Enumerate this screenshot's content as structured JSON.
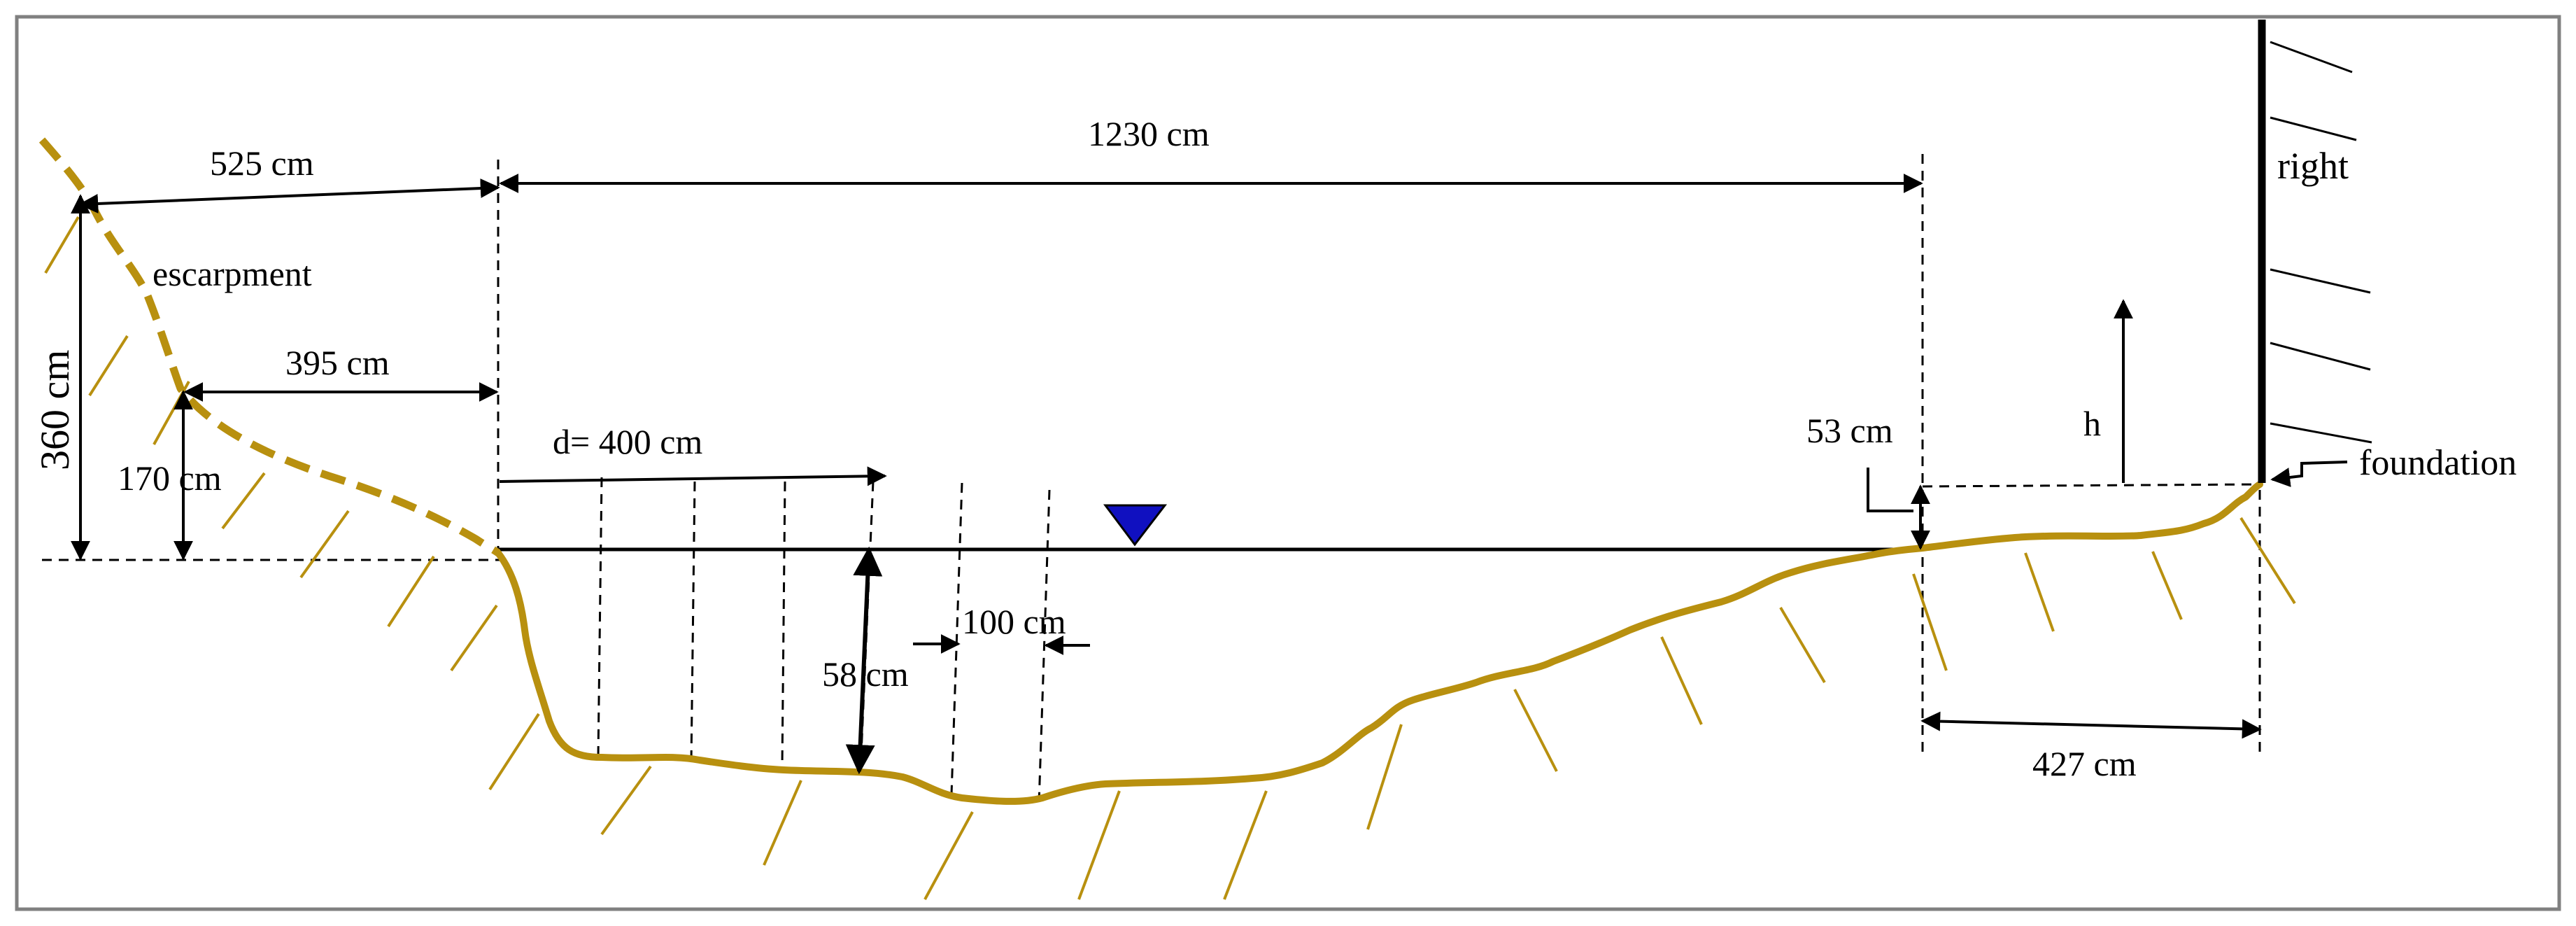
{
  "labels": {
    "dist_525": "525 cm",
    "dist_1230": "1230 cm",
    "escarpment": "escarpment",
    "height_360": "360 cm",
    "dist_395": "395 cm",
    "height_170": "170 cm",
    "dist_d": "d= 400 cm",
    "depth_58": "58 cm",
    "spacing_100": "100 cm",
    "height_53": "53 cm",
    "h": "h",
    "right": "right",
    "foundation": "foundation",
    "dist_427": "427 cm"
  },
  "colors": {
    "terrain": "#B8900F",
    "water_symbol": "#1010C0",
    "line": "#000000",
    "frame": "#808080"
  },
  "icons": {
    "water_level": "inverted-triangle-icon"
  }
}
